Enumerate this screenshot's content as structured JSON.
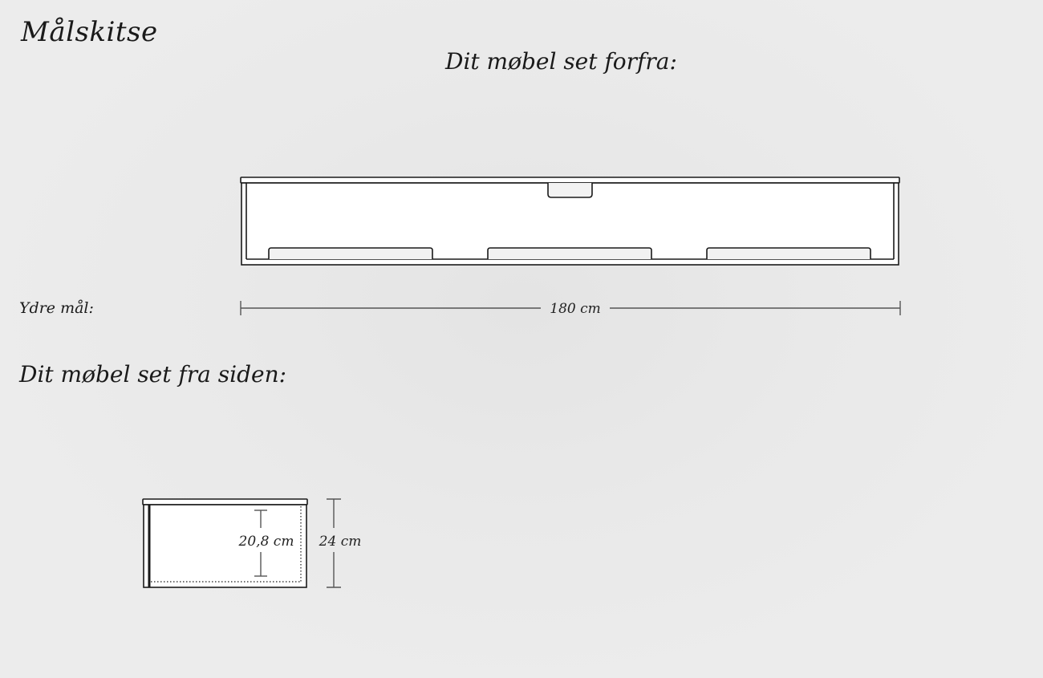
{
  "sheet": {
    "title": "Målskitse",
    "front_view_title": "Dit møbel set forfra:",
    "outer_dimensions_label": "Ydre mål:",
    "side_view_title": "Dit møbel set fra siden:"
  },
  "dimensions": {
    "width": "180 cm",
    "inner_height": "20,8 cm",
    "outer_height": "24 cm"
  },
  "colors": {
    "line": "#1a1a1a",
    "furniture_fill": "#ffffff",
    "panel_fill": "#f2f2f2",
    "dimension_line": "#555555"
  }
}
